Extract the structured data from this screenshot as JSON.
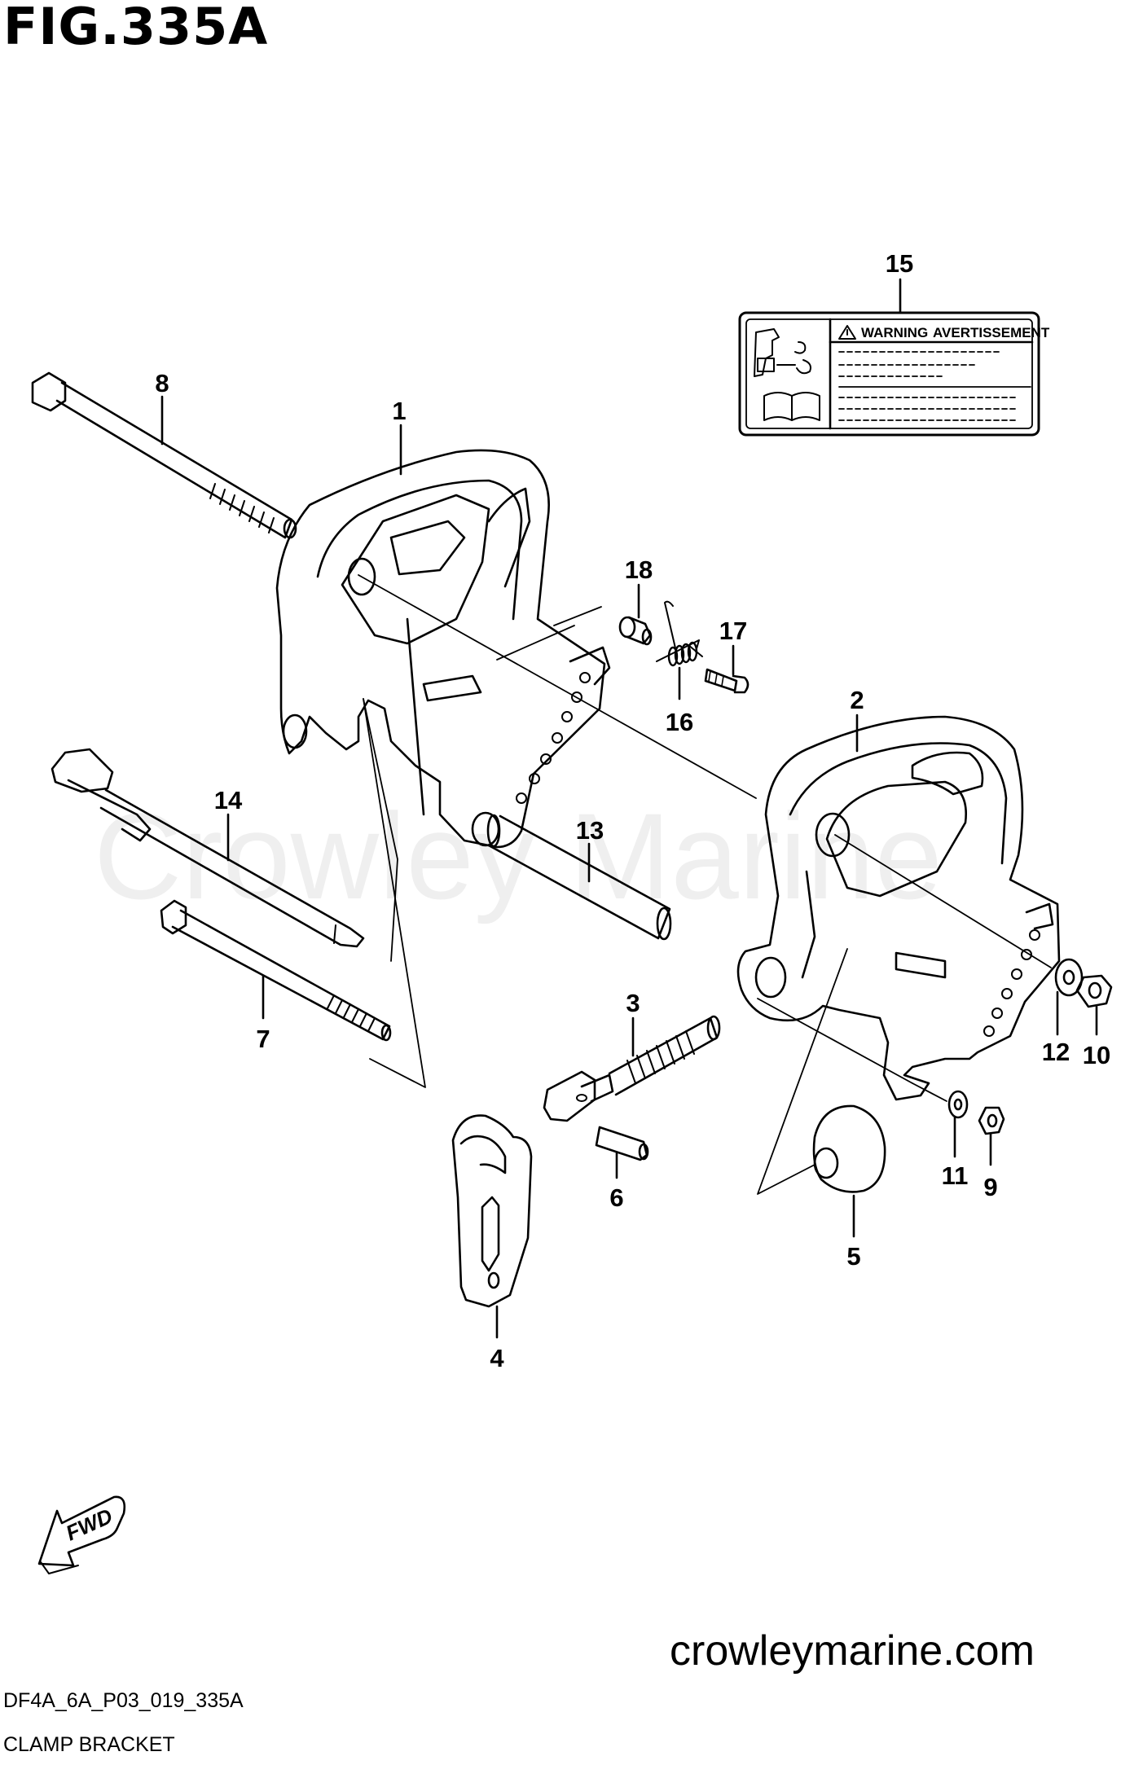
{
  "figure": {
    "title": "FIG.335A"
  },
  "label": {
    "warning_en": "WARNING",
    "warning_fr": "AVERTISSEMENT",
    "icon": "warning-triangle-icon"
  },
  "callouts": {
    "c1": "1",
    "c2": "2",
    "c3": "3",
    "c4": "4",
    "c5": "5",
    "c6": "6",
    "c7": "7",
    "c8": "8",
    "c9": "9",
    "c10": "10",
    "c11": "11",
    "c12": "12",
    "c13": "13",
    "c14": "14",
    "c15": "15",
    "c16": "16",
    "c17": "17",
    "c18": "18"
  },
  "fwd_label": "FWD",
  "watermark": "Crowley Marine",
  "footer": {
    "site": "crowleymarine.com",
    "diagram_code": "DF4A_6A_P03_019_335A",
    "diagram_name": "CLAMP BRACKET"
  }
}
